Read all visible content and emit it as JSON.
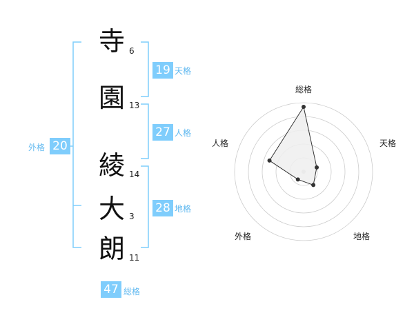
{
  "name": {
    "chars": [
      {
        "char": "寺",
        "strokes": "6"
      },
      {
        "char": "園",
        "strokes": "13"
      },
      {
        "char": "綾",
        "strokes": "14"
      },
      {
        "char": "大",
        "strokes": "3"
      },
      {
        "char": "朗",
        "strokes": "11"
      }
    ]
  },
  "scores": {
    "tenkaku": {
      "value": "19",
      "label": "天格"
    },
    "jinkaku": {
      "value": "27",
      "label": "人格"
    },
    "chikaku": {
      "value": "28",
      "label": "地格"
    },
    "gaikaku": {
      "value": "20",
      "label": "外格"
    },
    "soukaku": {
      "value": "47",
      "label": "総格"
    }
  },
  "colors": {
    "accent": "#7fcdfc",
    "bracket": "#7fcdfc",
    "label_text": "#61b9f0",
    "radar_fill": "#eeeeee",
    "radar_grid": "#cccccc",
    "radar_line": "#333333"
  },
  "chart_data": {
    "type": "radar",
    "axes": [
      "総格",
      "天格",
      "地格",
      "外格",
      "人格"
    ],
    "values": [
      4.7,
      1.0,
      1.2,
      0.7,
      2.6
    ],
    "rmax": 5,
    "rings": 5,
    "grid": true
  }
}
